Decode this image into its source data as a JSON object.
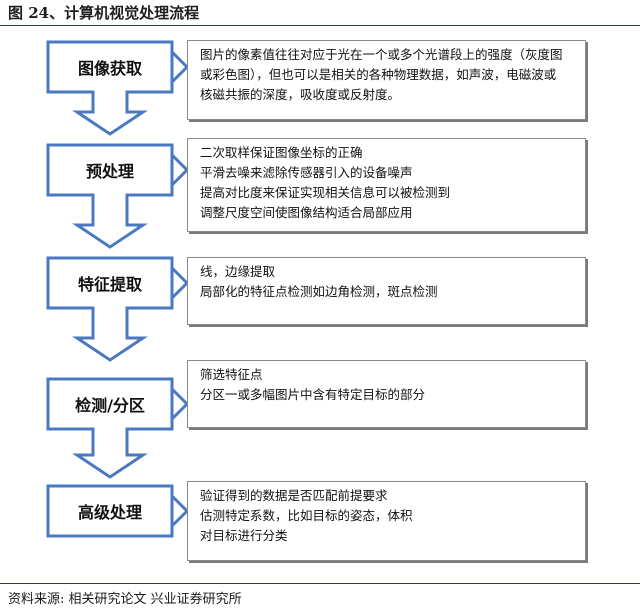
{
  "figure": {
    "title": "图 24、计算机视觉处理流程",
    "source": "资料来源:  相关研究论文  兴业证券研究所"
  },
  "colors": {
    "stroke": "#4a78c2",
    "rule": "#1f3b70",
    "box_border": "#8a8a8a"
  },
  "steps": [
    {
      "label": "图像获取",
      "lines": [
        "图片的像素值往往对应于光在一个或多个光谱段上的强度（灰度图",
        "或彩色图），但也可以是相关的各种物理数据，如声波，电磁波或",
        "核磁共振的深度，吸收度或反射度。"
      ]
    },
    {
      "label": "预处理",
      "lines": [
        "二次取样保证图像坐标的正确",
        "平滑去噪来滤除传感器引入的设备噪声",
        "提高对比度来保证实现相关信息可以被检测到",
        "调整尺度空间使图像结构适合局部应用"
      ]
    },
    {
      "label": "特征提取",
      "lines": [
        "线，边缘提取",
        "局部化的特征点检测如边角检测，斑点检测"
      ]
    },
    {
      "label": "检测/分区",
      "lines": [
        "筛选特征点",
        "分区一或多幅图片中含有特定目标的部分"
      ]
    },
    {
      "label": "高级处理",
      "lines": [
        "验证得到的数据是否匹配前提要求",
        "估测特定系数，比如目标的姿态，体积",
        "对目标进行分类"
      ]
    }
  ]
}
